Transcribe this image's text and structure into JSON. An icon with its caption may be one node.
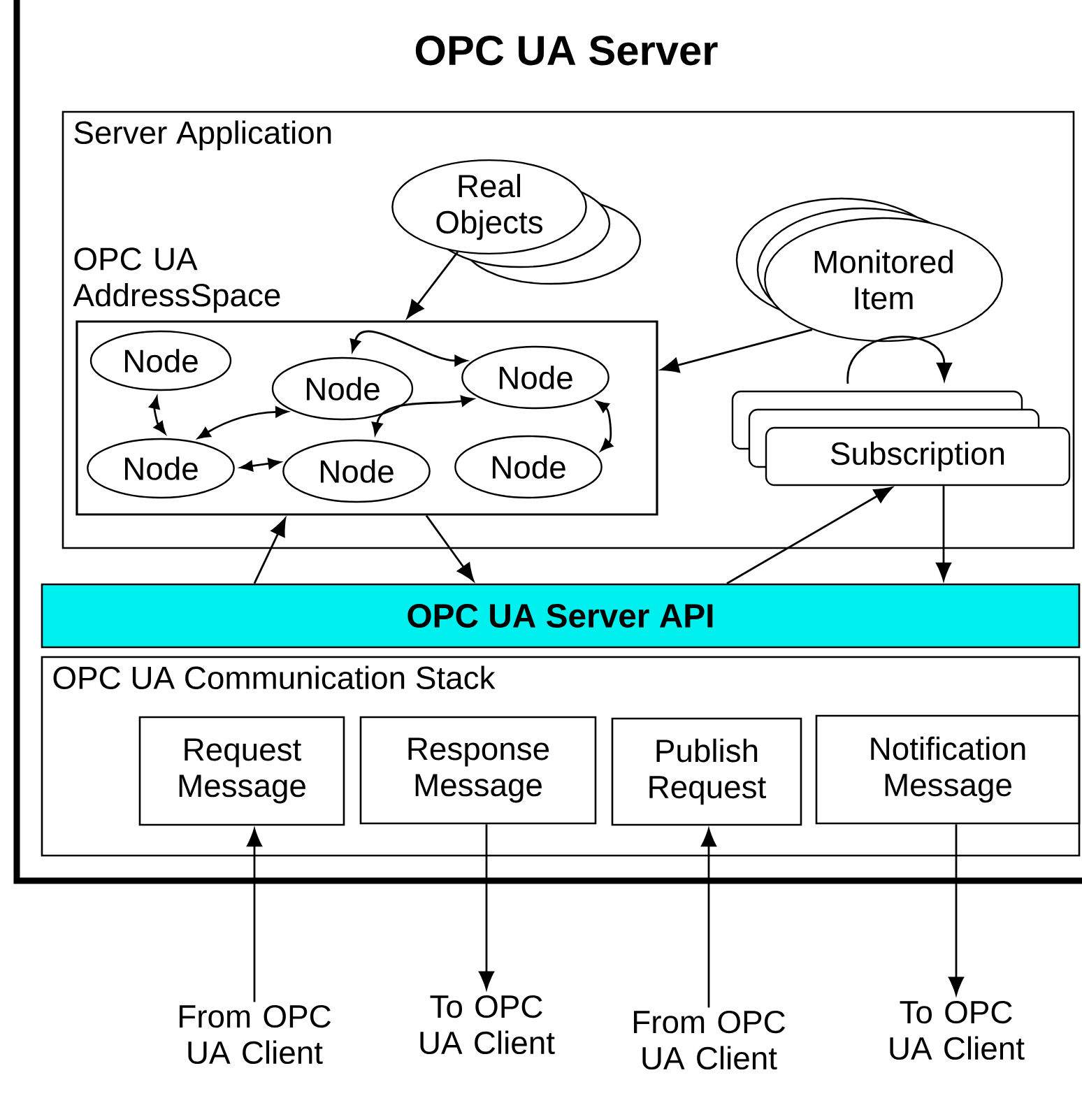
{
  "diagram": {
    "nodes": [
      {
        "text": [
          "OPC UA Server"
        ]
      },
      {
        "text": [
          "Server Application"
        ],
        "in": 0
      },
      {
        "text": [
          "OPC UA AddressSpace"
        ],
        "in": 1
      },
      {
        "text": [
          "Node"
        ],
        "in": 2
      },
      {
        "text": [
          "Node"
        ],
        "in": 2
      },
      {
        "text": [
          "Node"
        ],
        "in": 2
      },
      {
        "text": [
          "Node"
        ],
        "in": 2
      },
      {
        "text": [
          "Node"
        ],
        "in": 2
      },
      {
        "text": [
          "Node"
        ],
        "in": 2
      },
      {
        "text": [
          "Real Objects"
        ],
        "in": 1
      },
      {
        "text": [
          "Monitored Item"
        ],
        "in": 1
      },
      {
        "text": [
          "Subscription"
        ],
        "in": 1
      },
      {
        "text": [
          "OPC UA Server API"
        ],
        "in": 0
      },
      {
        "text": [
          "OPC UA Communication Stack"
        ],
        "in": 0
      },
      {
        "text": [
          "Request Message"
        ],
        "in": 13
      },
      {
        "text": [
          "Response Message"
        ],
        "in": 13
      },
      {
        "text": [
          "Publish Request"
        ],
        "in": 13
      },
      {
        "text": [
          "Notification Message"
        ],
        "in": 13
      },
      {
        "text": [
          "From OPC UA Client"
        ]
      },
      {
        "text": [
          "To OPC UA Client"
        ]
      },
      {
        "text": [
          "From OPC UA Client"
        ]
      },
      {
        "text": [
          "To OPC UA Client"
        ]
      }
    ],
    "edges": [
      {
        "from": 9,
        "to": 2,
        "arrow": "to"
      },
      {
        "from": 10,
        "to": 2,
        "arrow": "to"
      },
      {
        "from": 11,
        "to": 11,
        "arrow": "to"
      },
      {
        "from": 3,
        "to": 6,
        "arrow": "both"
      },
      {
        "from": 6,
        "to": 4,
        "arrow": "both"
      },
      {
        "from": 4,
        "to": 5,
        "arrow": "both"
      },
      {
        "from": 6,
        "to": 7,
        "arrow": "both"
      },
      {
        "from": 7,
        "to": 5,
        "arrow": "both"
      },
      {
        "from": 5,
        "to": 8,
        "arrow": "both"
      },
      {
        "from": 12,
        "to": 2,
        "arrow": "to"
      },
      {
        "from": 2,
        "to": 12,
        "arrow": "to"
      },
      {
        "from": 12,
        "to": 11,
        "arrow": "to"
      },
      {
        "from": 11,
        "to": 12,
        "arrow": "to"
      },
      {
        "from": 18,
        "to": 14,
        "arrow": "to"
      },
      {
        "from": 15,
        "to": 19,
        "arrow": "to"
      },
      {
        "from": 20,
        "to": 16,
        "arrow": "to"
      },
      {
        "from": 17,
        "to": 21,
        "arrow": "to"
      }
    ]
  }
}
